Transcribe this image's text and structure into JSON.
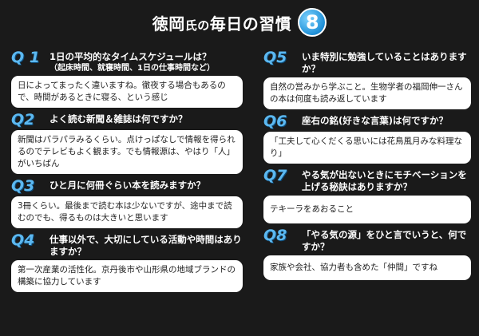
{
  "header": {
    "title_main": "徳岡",
    "title_small": "氏の",
    "title_rest": "毎日の習慣",
    "badge": "8"
  },
  "left": [
    {
      "num": "Q 1",
      "question": "1日の平均的なタイムスケジュールは？",
      "sub": "（起床時間、就寝時間、1日の仕事時間など）",
      "answer": "日によってまったく違いますね。徹夜する場合もあるので、時間があるときに寝る、という感じ"
    },
    {
      "num": "Q2",
      "question": "よく読む新聞＆雑誌は何ですか？",
      "sub": "",
      "answer": "新聞はパラパラみるくらい。点けっぱなしで情報を得られるのでテレビもよく観ます。でも情報源は、やはり「人」がいちばん"
    },
    {
      "num": "Q3",
      "question": "ひと月に何冊ぐらい本を読みますか？",
      "sub": "",
      "answer": "3冊くらい。最後まで読む本は少ないですが、途中まで読むのでも、得るものは大きいと思います"
    },
    {
      "num": "Q4",
      "question": "仕事以外で、大切にしている活動や時間はありますか？",
      "sub": "",
      "answer": "第一次産業の活性化。京丹後市や山形県の地域ブランドの構築に協力しています"
    }
  ],
  "right": [
    {
      "num": "Q5",
      "question": "いま特別に勉強していることはありますか？",
      "sub": "",
      "answer": "自然の営みから学ぶこと。生物学者の福岡伸一さんの本は何度も読み返しています"
    },
    {
      "num": "Q6",
      "question": "座右の銘(好きな言葉)は何ですか？",
      "sub": "",
      "answer": "「工夫して心くだくる思いには花鳥風月みな料理なり」"
    },
    {
      "num": "Q7",
      "question": "やる気が出ないときにモチベーションを上げる秘訣はありますか？",
      "sub": "",
      "answer": "テキーラをあおること"
    },
    {
      "num": "Q8",
      "question": "「やる気の源」をひと言でいうと、何ですか？",
      "sub": "",
      "answer": "家族や会社、協力者も含めた「仲間」ですね"
    }
  ]
}
